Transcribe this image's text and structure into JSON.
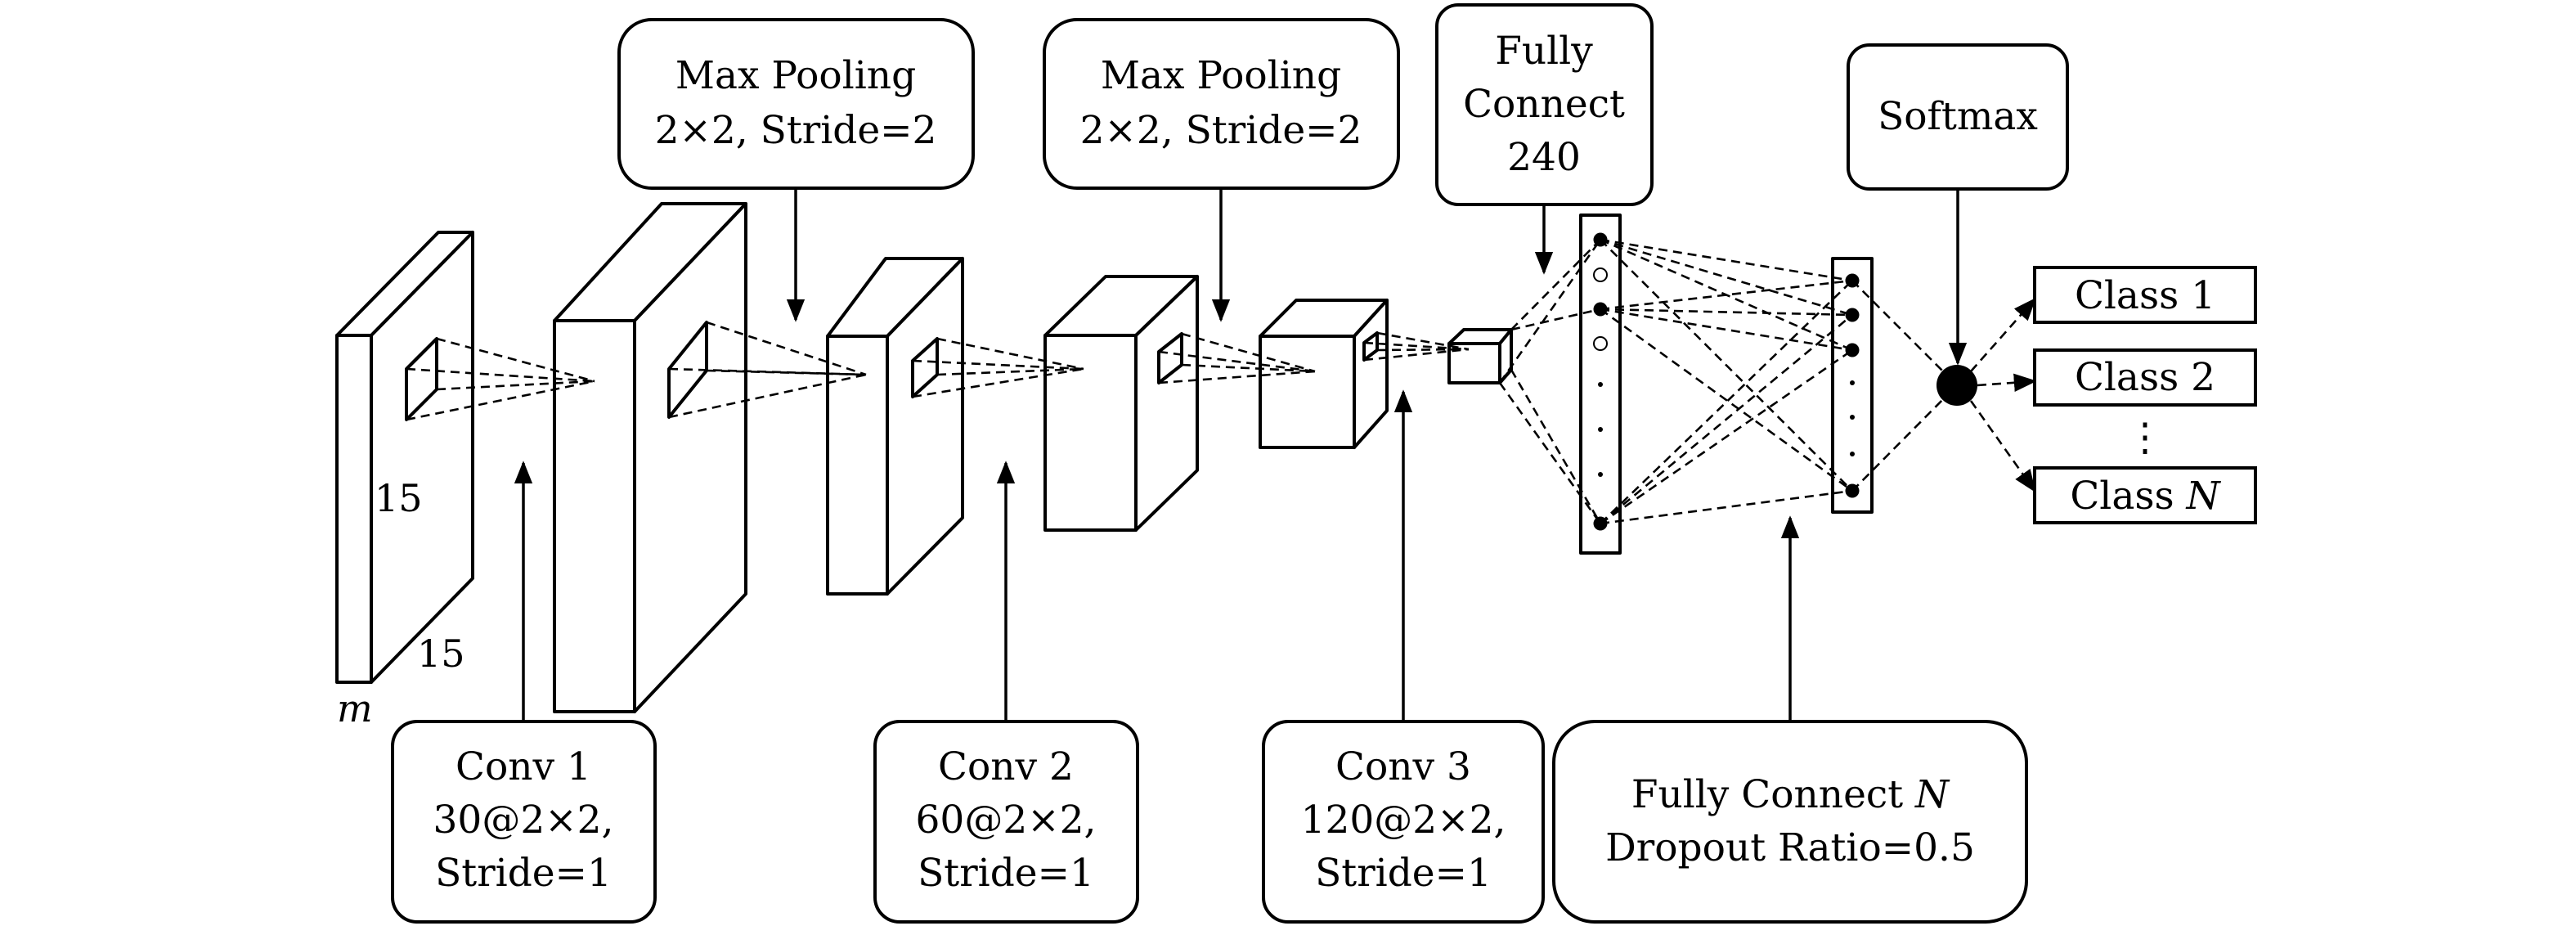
{
  "input": {
    "height_label": "15",
    "width_label": "15",
    "depth_label": "m"
  },
  "boxes": {
    "maxpool1": {
      "line1": "Max Pooling",
      "line2": "2×2, Stride=2"
    },
    "maxpool2": {
      "line1": "Max Pooling",
      "line2": "2×2, Stride=2"
    },
    "fc240": {
      "line1": "Fully",
      "line2": "Connect",
      "line3": "240"
    },
    "softmax": {
      "line1": "Softmax"
    },
    "conv1": {
      "line1": "Conv 1",
      "line2": "30@2×2,",
      "line3": "Stride=1"
    },
    "conv2": {
      "line1": "Conv 2",
      "line2": "60@2×2,",
      "line3": "Stride=1"
    },
    "conv3": {
      "line1": "Conv 3",
      "line2": "120@2×2,",
      "line3": "Stride=1"
    },
    "fcN": {
      "line1": "Fully Connect ",
      "line1_var": "N",
      "line2": "Dropout Ratio=0.5"
    }
  },
  "outputs": {
    "class1": "Class 1",
    "class2": "Class 2",
    "classN_prefix": "Class ",
    "classN_var": "N",
    "ellipsis": "⋮"
  }
}
